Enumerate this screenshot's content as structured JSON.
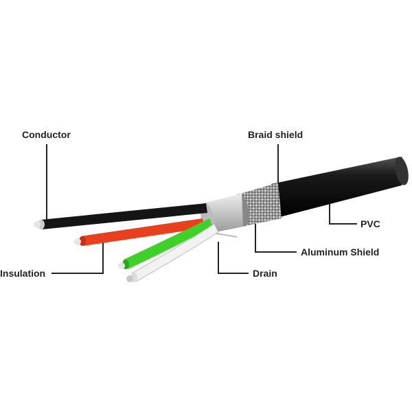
{
  "labels": {
    "conductor": "Conductor",
    "braid_shield": "Braid shield",
    "pvc": "PVC",
    "aluminum_shield": "Aluminum Shield",
    "drain": "Drain",
    "insulation": "Insulation"
  },
  "colors": {
    "jacket": "#1a1a1a",
    "red_wire": "#e8401c",
    "green_wire": "#3fd12a",
    "white_wire": "#f2f2f2",
    "black_wire": "#151515",
    "aluminum": "#c9c9c9",
    "braid": "#8a8a8a"
  }
}
